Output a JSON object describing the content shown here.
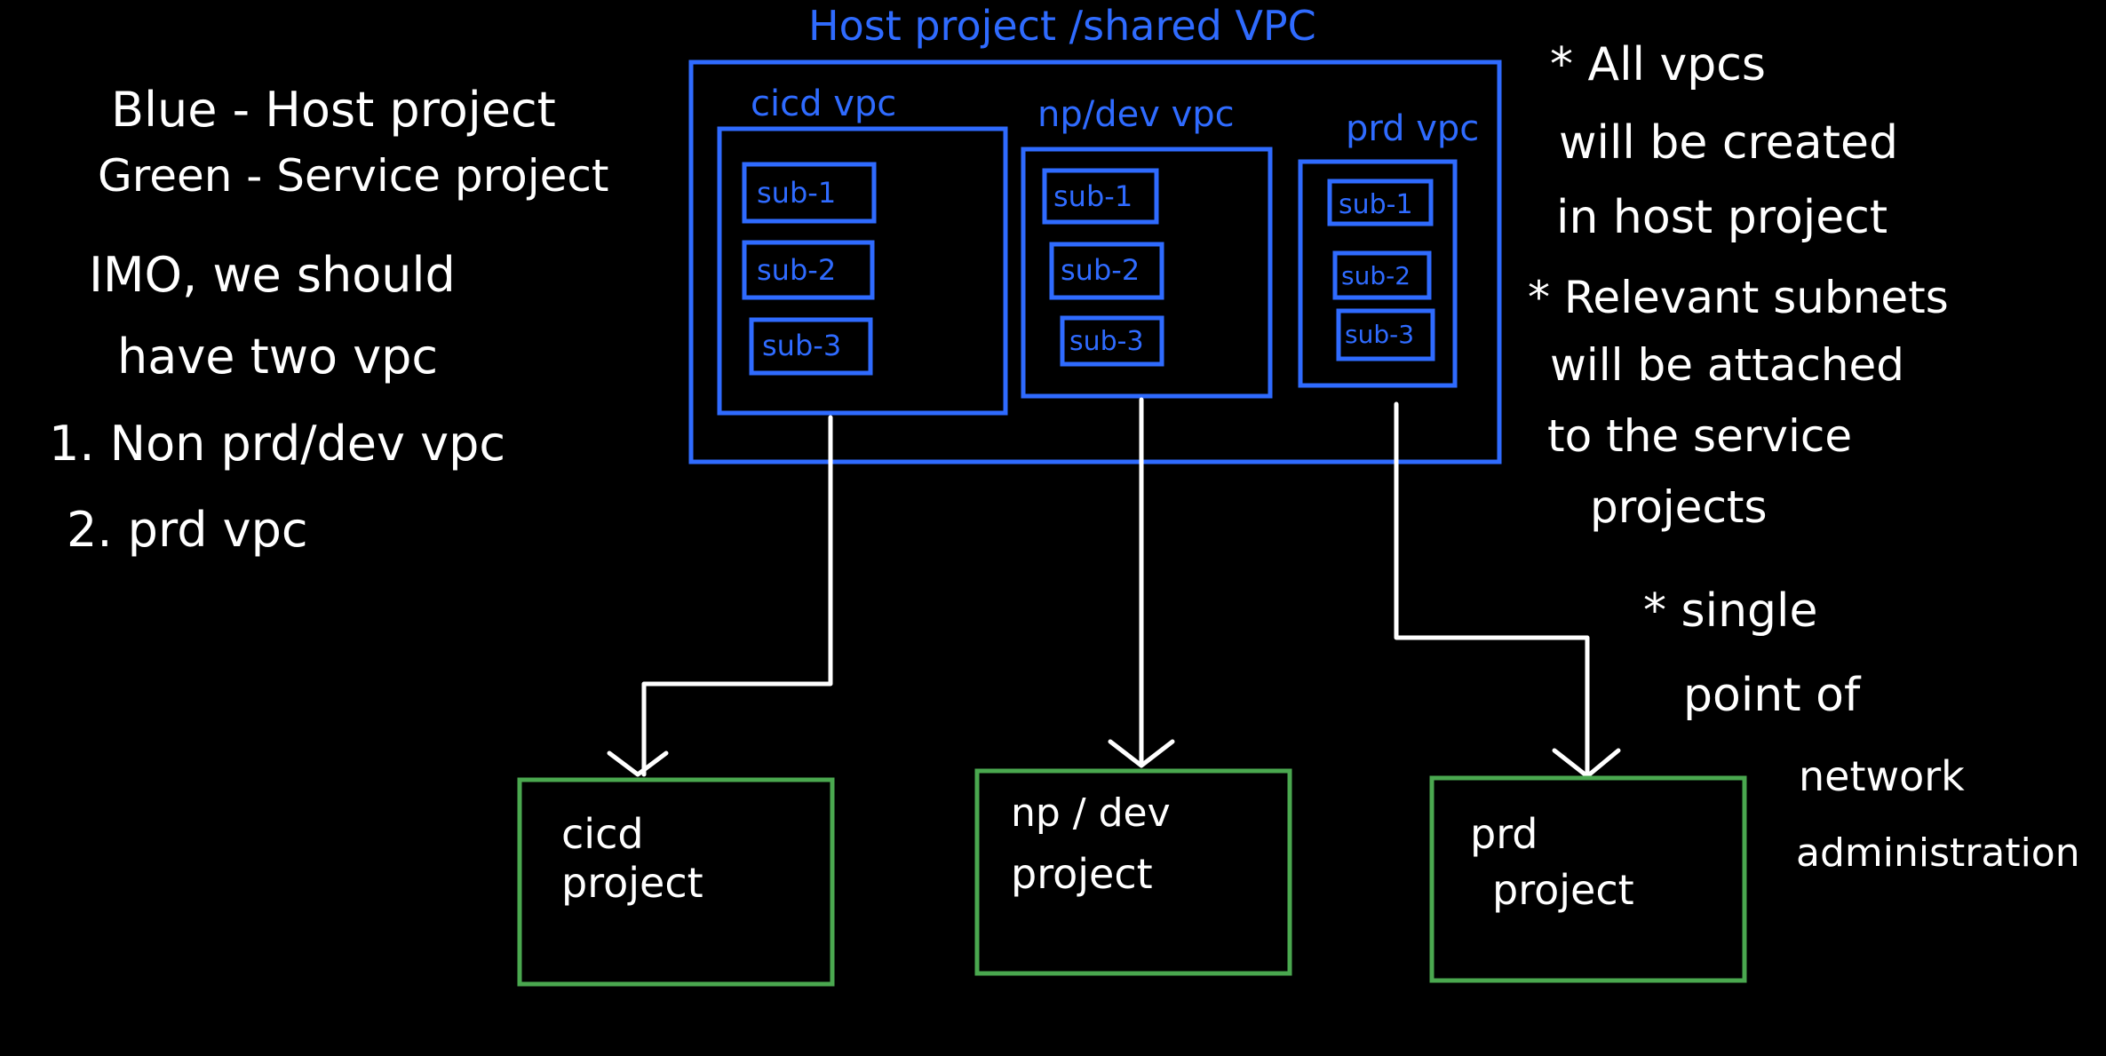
{
  "host": {
    "title": "Host project /shared VPC",
    "vpcs": [
      {
        "label": "cicd vpc",
        "subnets": [
          "sub-1",
          "sub-2",
          "sub-3"
        ]
      },
      {
        "label": "np/dev vpc",
        "subnets": [
          "sub-1",
          "sub-2",
          "sub-3"
        ]
      },
      {
        "label": "prd vpc",
        "subnets": [
          "sub-1",
          "sub-2",
          "sub-3"
        ]
      }
    ]
  },
  "service_projects": [
    {
      "line1": "cicd",
      "line2": "project"
    },
    {
      "line1": "np / dev",
      "line2": "project"
    },
    {
      "line1": "prd",
      "line2": "project"
    }
  ],
  "legend": {
    "line1": "Blue - Host project",
    "line2": "Green - Service project"
  },
  "opinion": {
    "line1": "IMO, we should",
    "line2": "have two vpc",
    "item1": "1.  Non prd/dev vpc",
    "item2": "2.  prd vpc"
  },
  "notes": {
    "n1_l1": "* All vpcs",
    "n1_l2": "will be created",
    "n1_l3": "in host project",
    "n2_l1": "* Relevant subnets",
    "n2_l2": "will be attached",
    "n2_l3": "to the service",
    "n2_l4": "projects",
    "n3_l1": "*  single",
    "n3_l2": "point of",
    "n3_l3": "network",
    "n3_l4": "administration"
  },
  "colors": {
    "host": "#2f6bff",
    "service": "#4aa84f",
    "ink": "#ffffff",
    "background": "#000000"
  }
}
